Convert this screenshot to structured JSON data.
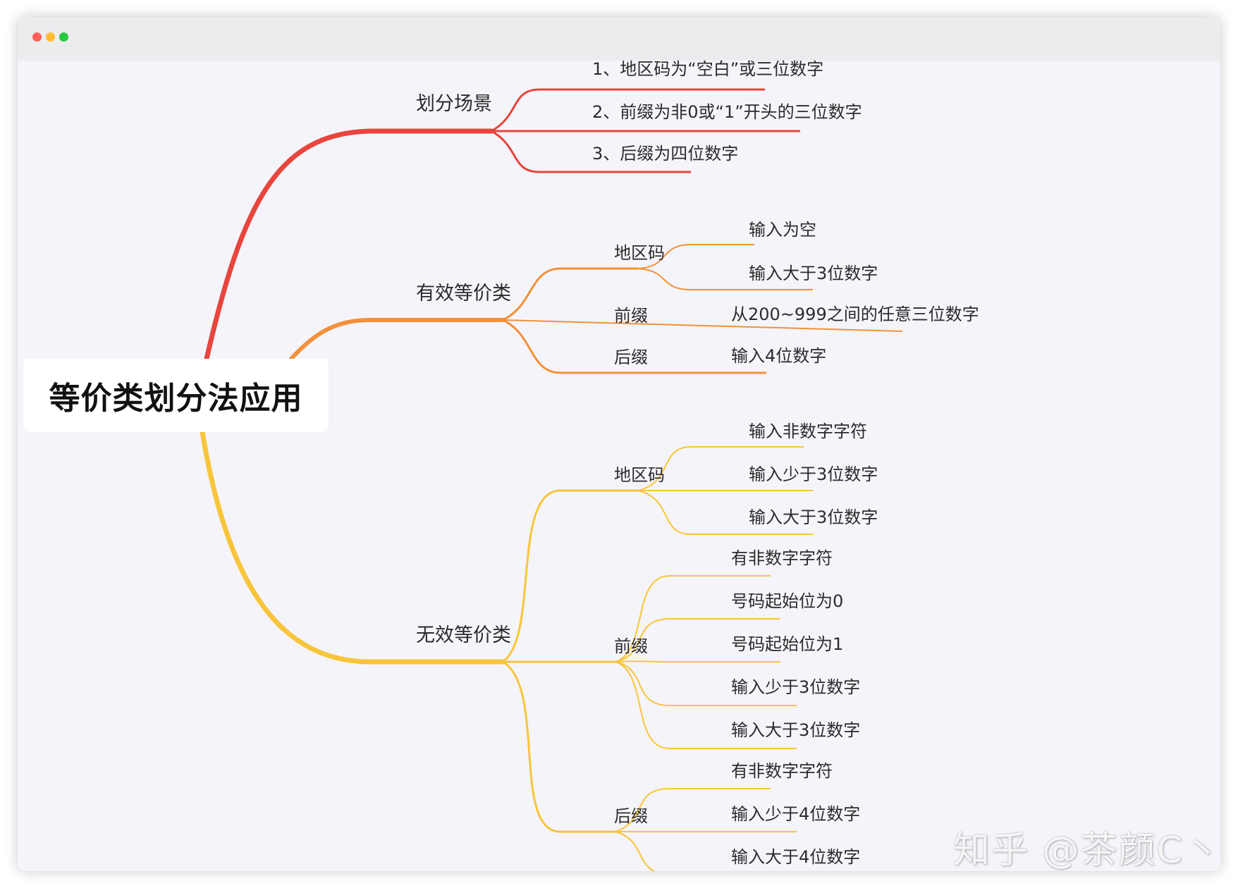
{
  "window": {
    "buttons": {
      "close_color": "#ff5f57",
      "minimize_color": "#febc2e",
      "zoom_color": "#28c840"
    }
  },
  "colors": {
    "red": "#e8453c",
    "orange": "#f2913a",
    "yellow": "#f8c53a"
  },
  "mindmap": {
    "root": "等价类划分法应用",
    "scenario": {
      "label": "划分场景",
      "items": [
        "1、地区码为“空白”或三位数字",
        "2、前缀为非0或“1”开头的三位数字",
        "3、后缀为四位数字"
      ]
    },
    "valid": {
      "label": "有效等价类",
      "area_code": {
        "label": "地区码",
        "items": [
          "输入为空",
          "输入大于3位数字"
        ]
      },
      "prefix": {
        "label": "前缀",
        "items": [
          "从200~999之间的任意三位数字"
        ]
      },
      "suffix": {
        "label": "后缀",
        "items": [
          "输入4位数字"
        ]
      }
    },
    "invalid": {
      "label": "无效等价类",
      "area_code": {
        "label": "地区码",
        "items": [
          "输入非数字字符",
          "输入少于3位数字",
          "输入大于3位数字"
        ]
      },
      "prefix": {
        "label": "前缀",
        "items": [
          "有非数字字符",
          "号码起始位为0",
          "号码起始位为1",
          "输入少于3位数字",
          "输入大于3位数字"
        ]
      },
      "suffix": {
        "label": "后缀",
        "items": [
          "有非数字字符",
          "输入少于4位数字",
          "输入大于4位数字"
        ]
      }
    }
  },
  "watermark": "知乎 @茶颜C丶"
}
